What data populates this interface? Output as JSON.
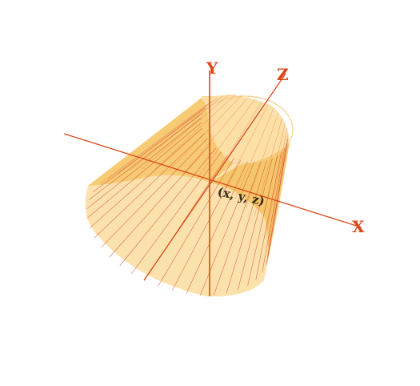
{
  "labels": {
    "x_axis": "X",
    "y_axis": "Y",
    "z_axis": "Z",
    "point": "(x, y, z)"
  },
  "colors": {
    "axis": "#d9481a",
    "label": "#d9481a",
    "point_label": "#3a2a12",
    "surface_front": "#fbe0a6",
    "surface_inner": "#f6c76a",
    "surface_band": "#f3bd55",
    "rim": "#f5d08c",
    "ruling_line": "#d8402e"
  }
}
